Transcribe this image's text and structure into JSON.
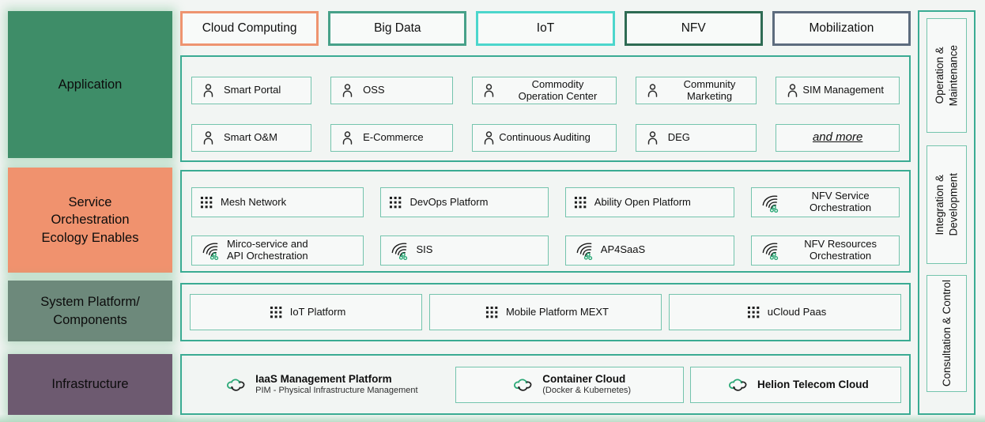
{
  "diagram": {
    "tabs": [
      "Cloud Computing",
      "Big Data",
      "IoT",
      "NFV",
      "Mobilization"
    ],
    "tab_border_colors": [
      "#ee9470",
      "#47a189",
      "#4cd6cc",
      "#2e6b53",
      "#5d6c7e"
    ],
    "layers": [
      "Application",
      "Service\nOrchestration\nEcology Enables",
      "System Platform/\nComponents",
      "Infrastructure"
    ],
    "layer_colors": [
      "#3e8d68",
      "#f0926e",
      "#6d897b",
      "#6d5a70"
    ],
    "application_items": [
      "Smart Portal",
      "OSS",
      "Commodity\nOperation Center",
      "Community\nMarketing",
      "SIM Management",
      "Smart O&M",
      "E-Commerce",
      "Continuous Auditing",
      "DEG",
      "and more"
    ],
    "service_items": [
      "Mesh Network",
      "DevOps Platform",
      "Ability Open Platform",
      "NFV Service\nOrchestration",
      "Mirco-service and\nAPI Orchestration",
      "SIS",
      "AP4SaaS",
      "NFV Resources\nOrchestration"
    ],
    "system_items": [
      "IoT Platform",
      "Mobile Platform MEXT",
      "uCloud Paas"
    ],
    "infrastructure_items": [
      {
        "title": "IaaS Management Platform",
        "subtitle": "PIM - Physical Infrastructure Management"
      },
      {
        "title": "Container Cloud",
        "subtitle": "(Docker & Kubernetes)"
      },
      {
        "title": "Helion Telecom Cloud",
        "subtitle": ""
      }
    ],
    "side_panels": [
      "Operation &\nMaintenance",
      "Integration &\nDevelopment",
      "Consultation & Control"
    ],
    "icons": {
      "person": "person-icon",
      "grid": "app-grid-icon",
      "swirl": "orchestration-icon",
      "cloud": "cloud-sync-icon"
    },
    "colors": {
      "page_bg": "#f2f5f3",
      "container_border": "#3aab93",
      "item_border": "#74c4ad",
      "item_bg": "#f7f9f8",
      "glow_green": "#79c194",
      "icon_green": "#2aa876"
    }
  }
}
